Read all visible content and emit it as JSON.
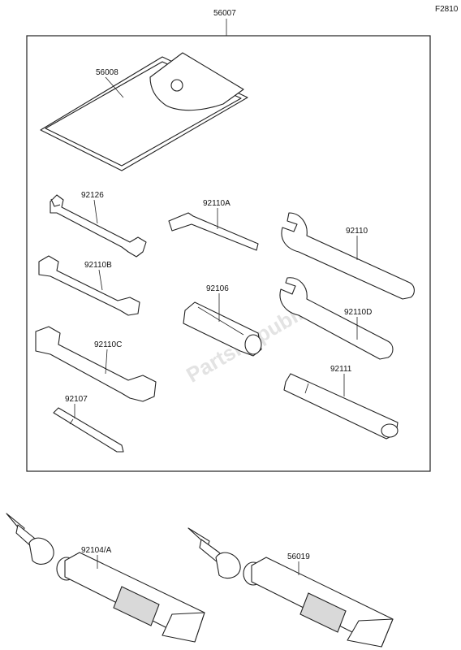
{
  "figure_code": "F2810",
  "watermark": "PartsRepublik",
  "kit_label": "56007",
  "parts": {
    "pouch": "56008",
    "wrench_92126": "92126",
    "hex_key": "92110A",
    "spanner_92110": "92110",
    "wrench_92110B": "92110B",
    "pin_92106": "92106",
    "wrench_92110C": "92110C",
    "spanner_92110D": "92110D",
    "handle_92111": "92111",
    "screwdriver_92107": "92107",
    "sealant_92104": "92104/A",
    "sealant_56019": "56019"
  }
}
